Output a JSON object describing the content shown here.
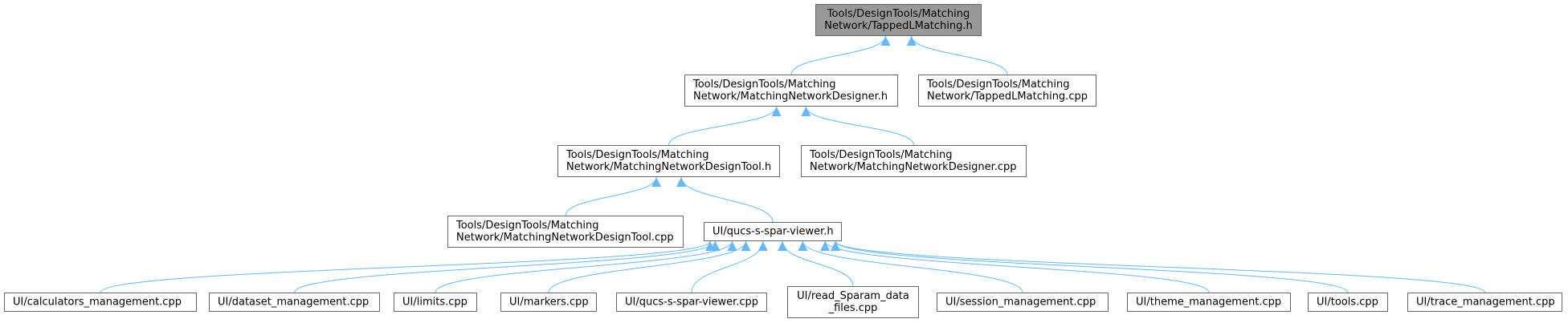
{
  "graph": {
    "edge_color": "#63b8ff",
    "node_border": "#666666",
    "root_fill": "#999999",
    "nodes": [
      {
        "id": "root",
        "lines": [
          "Tools/DesignTools/Matching",
          "Network/TappedLMatching.h"
        ]
      },
      {
        "id": "mnd_h",
        "lines": [
          "Tools/DesignTools/Matching",
          "Network/MatchingNetworkDesigner.h"
        ]
      },
      {
        "id": "tlm_cpp",
        "lines": [
          "Tools/DesignTools/Matching",
          "Network/TappedLMatching.cpp"
        ]
      },
      {
        "id": "mndt_h",
        "lines": [
          "Tools/DesignTools/Matching",
          "Network/MatchingNetworkDesignTool.h"
        ]
      },
      {
        "id": "mnd_cpp",
        "lines": [
          "Tools/DesignTools/Matching",
          "Network/MatchingNetworkDesigner.cpp"
        ]
      },
      {
        "id": "mndt_cpp",
        "lines": [
          "Tools/DesignTools/Matching",
          "Network/MatchingNetworkDesignTool.cpp"
        ]
      },
      {
        "id": "viewer_h",
        "lines": [
          "UI/qucs-s-spar-viewer.h"
        ]
      },
      {
        "id": "calc",
        "lines": [
          "UI/calculators_management.cpp"
        ]
      },
      {
        "id": "dataset",
        "lines": [
          "UI/dataset_management.cpp"
        ]
      },
      {
        "id": "limits",
        "lines": [
          "UI/limits.cpp"
        ]
      },
      {
        "id": "markers",
        "lines": [
          "UI/markers.cpp"
        ]
      },
      {
        "id": "viewer_cpp",
        "lines": [
          "UI/qucs-s-spar-viewer.cpp"
        ]
      },
      {
        "id": "readsparam",
        "lines": [
          "UI/read_Sparam_data",
          "_files.cpp"
        ]
      },
      {
        "id": "session",
        "lines": [
          "UI/session_management.cpp"
        ]
      },
      {
        "id": "theme",
        "lines": [
          "UI/theme_management.cpp"
        ]
      },
      {
        "id": "tools",
        "lines": [
          "UI/tools.cpp"
        ]
      },
      {
        "id": "trace",
        "lines": [
          "UI/trace_management.cpp"
        ]
      }
    ],
    "edges": [
      [
        "mnd_h",
        "root"
      ],
      [
        "tlm_cpp",
        "root"
      ],
      [
        "mndt_h",
        "mnd_h"
      ],
      [
        "mnd_cpp",
        "mnd_h"
      ],
      [
        "mndt_cpp",
        "mndt_h"
      ],
      [
        "viewer_h",
        "mndt_h"
      ],
      [
        "calc",
        "viewer_h"
      ],
      [
        "dataset",
        "viewer_h"
      ],
      [
        "limits",
        "viewer_h"
      ],
      [
        "markers",
        "viewer_h"
      ],
      [
        "viewer_cpp",
        "viewer_h"
      ],
      [
        "readsparam",
        "viewer_h"
      ],
      [
        "session",
        "viewer_h"
      ],
      [
        "theme",
        "viewer_h"
      ],
      [
        "tools",
        "viewer_h"
      ],
      [
        "trace",
        "viewer_h"
      ]
    ]
  }
}
